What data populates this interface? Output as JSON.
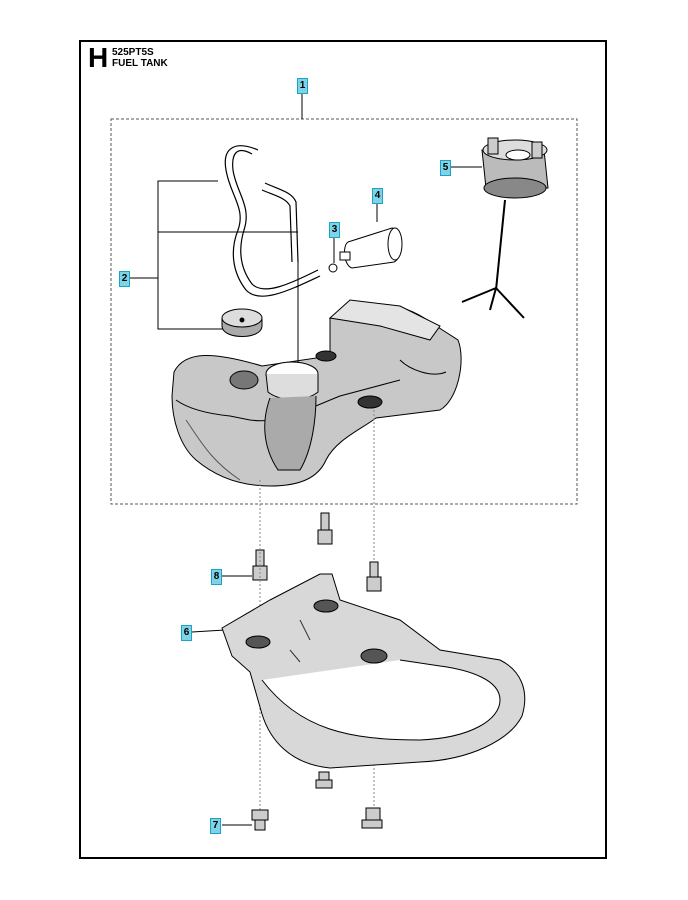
{
  "header": {
    "section_letter": "H",
    "model": "525PT5S",
    "title": "FUEL TANK"
  },
  "callouts": [
    {
      "id": "1",
      "label": "1"
    },
    {
      "id": "2",
      "label": "2"
    },
    {
      "id": "3",
      "label": "3"
    },
    {
      "id": "4",
      "label": "4"
    },
    {
      "id": "5",
      "label": "5"
    },
    {
      "id": "6",
      "label": "6"
    },
    {
      "id": "7",
      "label": "7"
    },
    {
      "id": "8",
      "label": "8"
    }
  ],
  "colors": {
    "callout_fill": "#7fd3e6",
    "callout_border": "#1aa3c4",
    "line": "#000000"
  }
}
